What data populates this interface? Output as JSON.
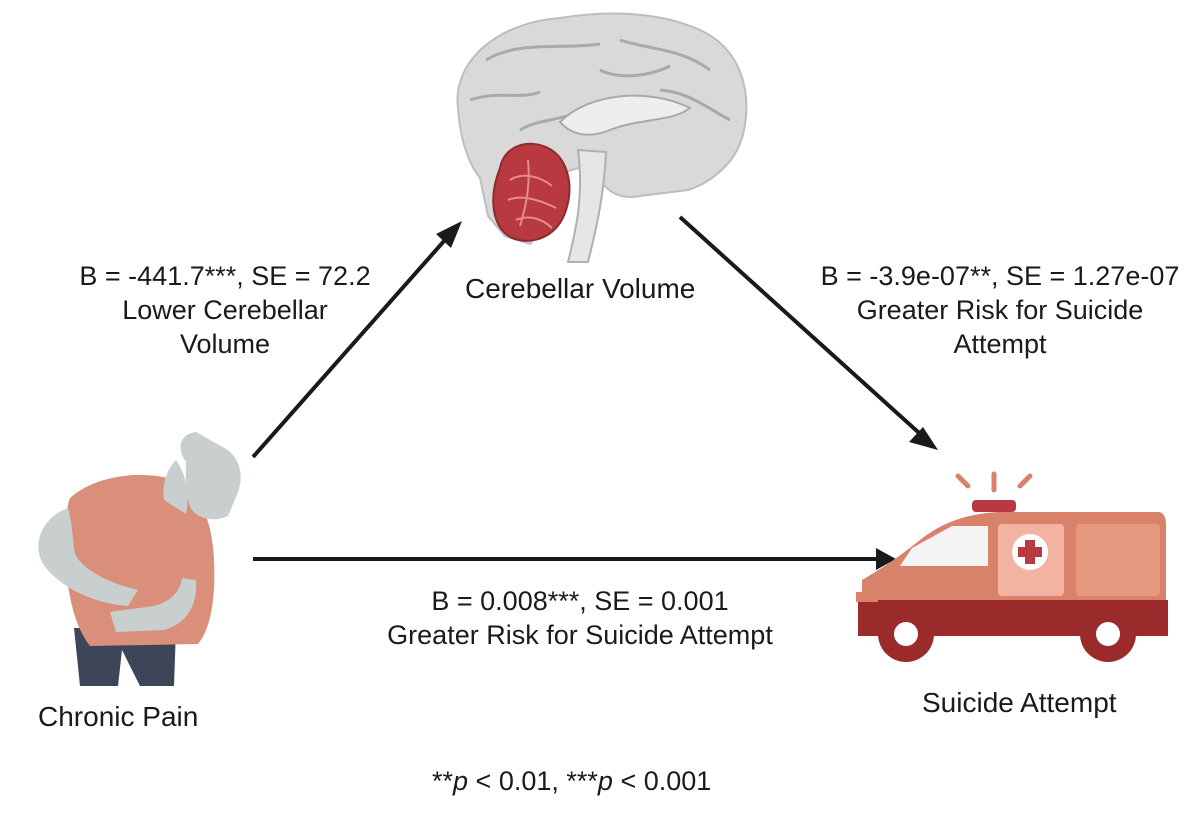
{
  "nodes": {
    "mediator": {
      "label": "Cerebellar Volume",
      "icon": "brain-icon"
    },
    "predictor": {
      "label": "Chronic Pain",
      "icon": "person-holding-stomach-icon"
    },
    "outcome": {
      "label": "Suicide Attempt",
      "icon": "ambulance-icon"
    }
  },
  "edges": {
    "a_path": {
      "stats": "B = -441.7***, SE = 72.2",
      "desc_line1": "Lower Cerebellar",
      "desc_line2": "Volume"
    },
    "b_path": {
      "stats": "B = -3.9e-07**, SE = 1.27e-07",
      "desc_line1": "Greater Risk for Suicide",
      "desc_line2": "Attempt"
    },
    "c_path": {
      "stats": "B = 0.008***, SE = 0.001",
      "desc_line1": "Greater Risk for Suicide Attempt"
    }
  },
  "footnote": {
    "p1_stars": "**",
    "p1_sym": "p",
    "p1_rest": " < 0.01, ",
    "p2_stars": "***",
    "p2_sym": "p",
    "p2_rest": " < 0.001"
  },
  "colors": {
    "arrow": "#1a1a1a",
    "cerebellum": "#b8393f",
    "brain": "#d9d9d9",
    "ambulance_dark": "#9b2a2a",
    "ambulance_light": "#d9826a",
    "shirt": "#d98f7a",
    "skin": "#c9cfcf",
    "pants": "#3c4658"
  }
}
